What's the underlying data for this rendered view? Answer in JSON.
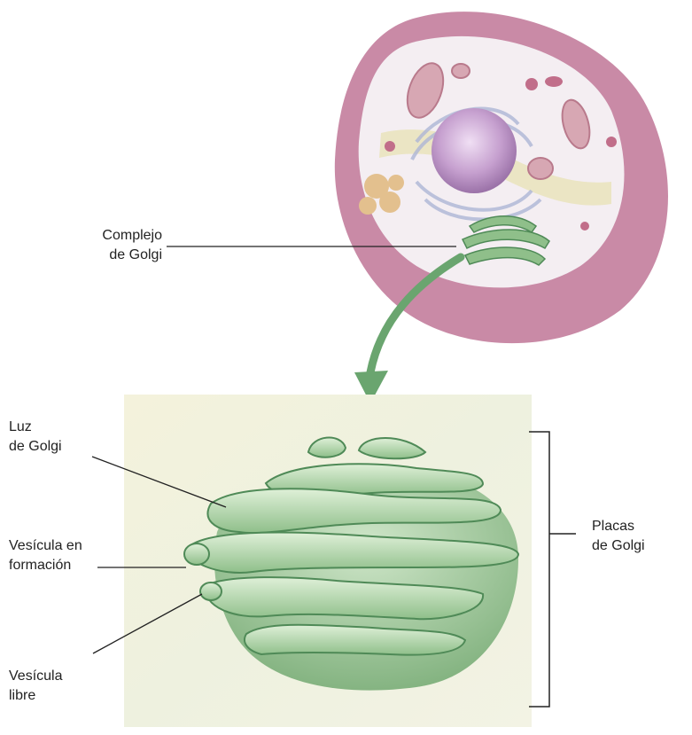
{
  "labels": {
    "golgi_complex": [
      "Complejo",
      "de Golgi"
    ],
    "golgi_lumen": [
      "Luz",
      "de Golgi"
    ],
    "forming_vesicle": [
      "Vesícula en",
      "formación"
    ],
    "free_vesicle": [
      "Vesícula",
      "libre"
    ],
    "golgi_cisternae": [
      "Placas",
      "de Golgi"
    ]
  },
  "colors": {
    "cell_membrane": "#c98aa6",
    "cell_interior": "#f4eef2",
    "nucleus": "#b98cc4",
    "golgi_green": "#8fbf8a",
    "golgi_dark": "#4f8a57",
    "arrow": "#6aa56f",
    "panel_bg": "#f2f3e0",
    "mitochondria": "#d7a7b3",
    "er": "#aeb6d6",
    "lysosome": "#e3c08e"
  }
}
